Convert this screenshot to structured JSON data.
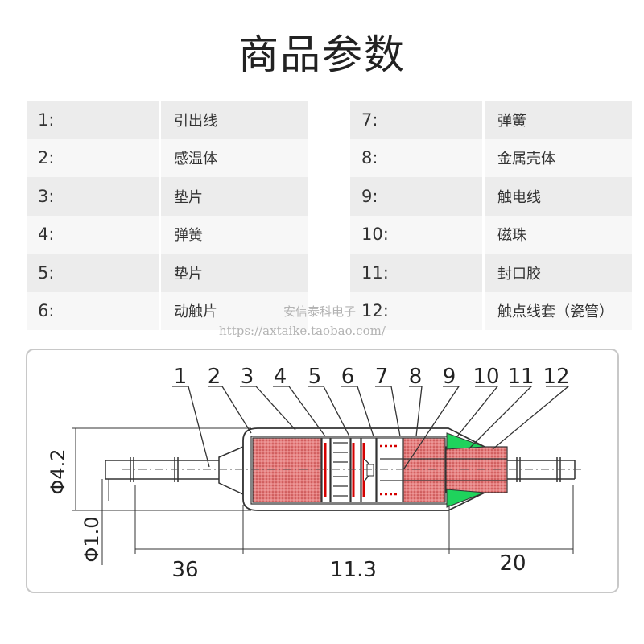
{
  "title": "商品参数",
  "params_left": [
    {
      "num": "1:",
      "name": "引出线"
    },
    {
      "num": "2:",
      "name": "感温体"
    },
    {
      "num": "3:",
      "name": "垫片"
    },
    {
      "num": "4:",
      "name": "弹簧"
    },
    {
      "num": "5:",
      "name": "垫片"
    },
    {
      "num": "6:",
      "name": "动触片"
    }
  ],
  "params_right": [
    {
      "num": "7:",
      "name": "弹簧"
    },
    {
      "num": "8:",
      "name": "金属壳体"
    },
    {
      "num": "9:",
      "name": "触电线"
    },
    {
      "num": "10:",
      "name": "磁珠"
    },
    {
      "num": "11:",
      "name": "封口胶"
    },
    {
      "num": "12:",
      "name": "触点线套（瓷管）"
    }
  ],
  "watermark": {
    "line1": "安信泰科电子",
    "line2": "https://axtaike.taobao.com/"
  },
  "diagram": {
    "part_numbers": [
      "1",
      "2",
      "3",
      "4",
      "5",
      "6",
      "7",
      "8",
      "9",
      "10",
      "11",
      "12"
    ],
    "dim_outer_diameter": "Φ4.2",
    "dim_wire_diameter": "Φ1.0",
    "dim_lead_left": "36",
    "dim_body": "11.3",
    "dim_lead_right": "20",
    "colors": {
      "element_fill": "#e06060",
      "sealant": "#1fd35c",
      "outline": "#333333",
      "spring_mark": "#d40000"
    }
  }
}
